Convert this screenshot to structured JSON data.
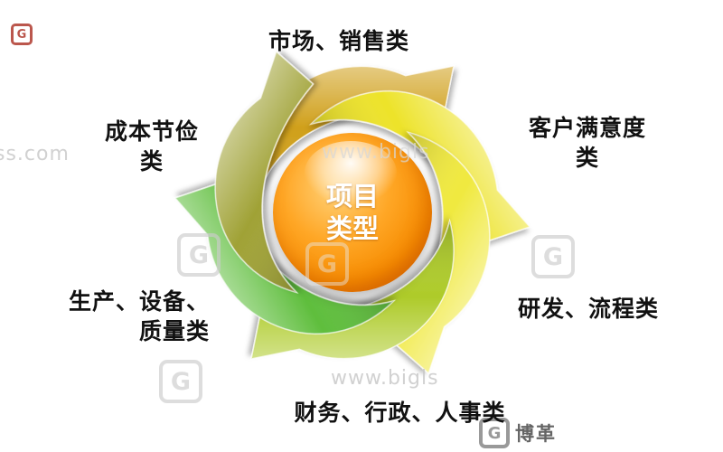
{
  "center_node": {
    "line1": "项目",
    "line2": "类型"
  },
  "labels": {
    "market_sales": "市场、销售类",
    "customer_satisfaction_line1": "客户满意度",
    "customer_satisfaction_line2": "类",
    "rd_process": "研发、流程类",
    "finance_admin_hr": "财务、行政、人事类",
    "production_line1": "生产、设备、",
    "production_line2": "质量类",
    "cost_saving_line1": "成本节俭",
    "cost_saving_line2": "类"
  },
  "watermarks": {
    "partial_left": "ss.com",
    "center_url": "www.bigls",
    "bottom_url": "www.bigls",
    "brand_name": "博革",
    "logo_letter": "G"
  },
  "colors": {
    "sphere_core": "#f68b00",
    "arrow_gold": "#D0A01B",
    "arrow_yellow_right": "#EDE32A",
    "arrow_yellow_bottom_right": "#F0E93F",
    "arrow_yellow_green": "#AECB2A",
    "arrow_green": "#5FBE3D",
    "arrow_olive": "#A0A236"
  }
}
